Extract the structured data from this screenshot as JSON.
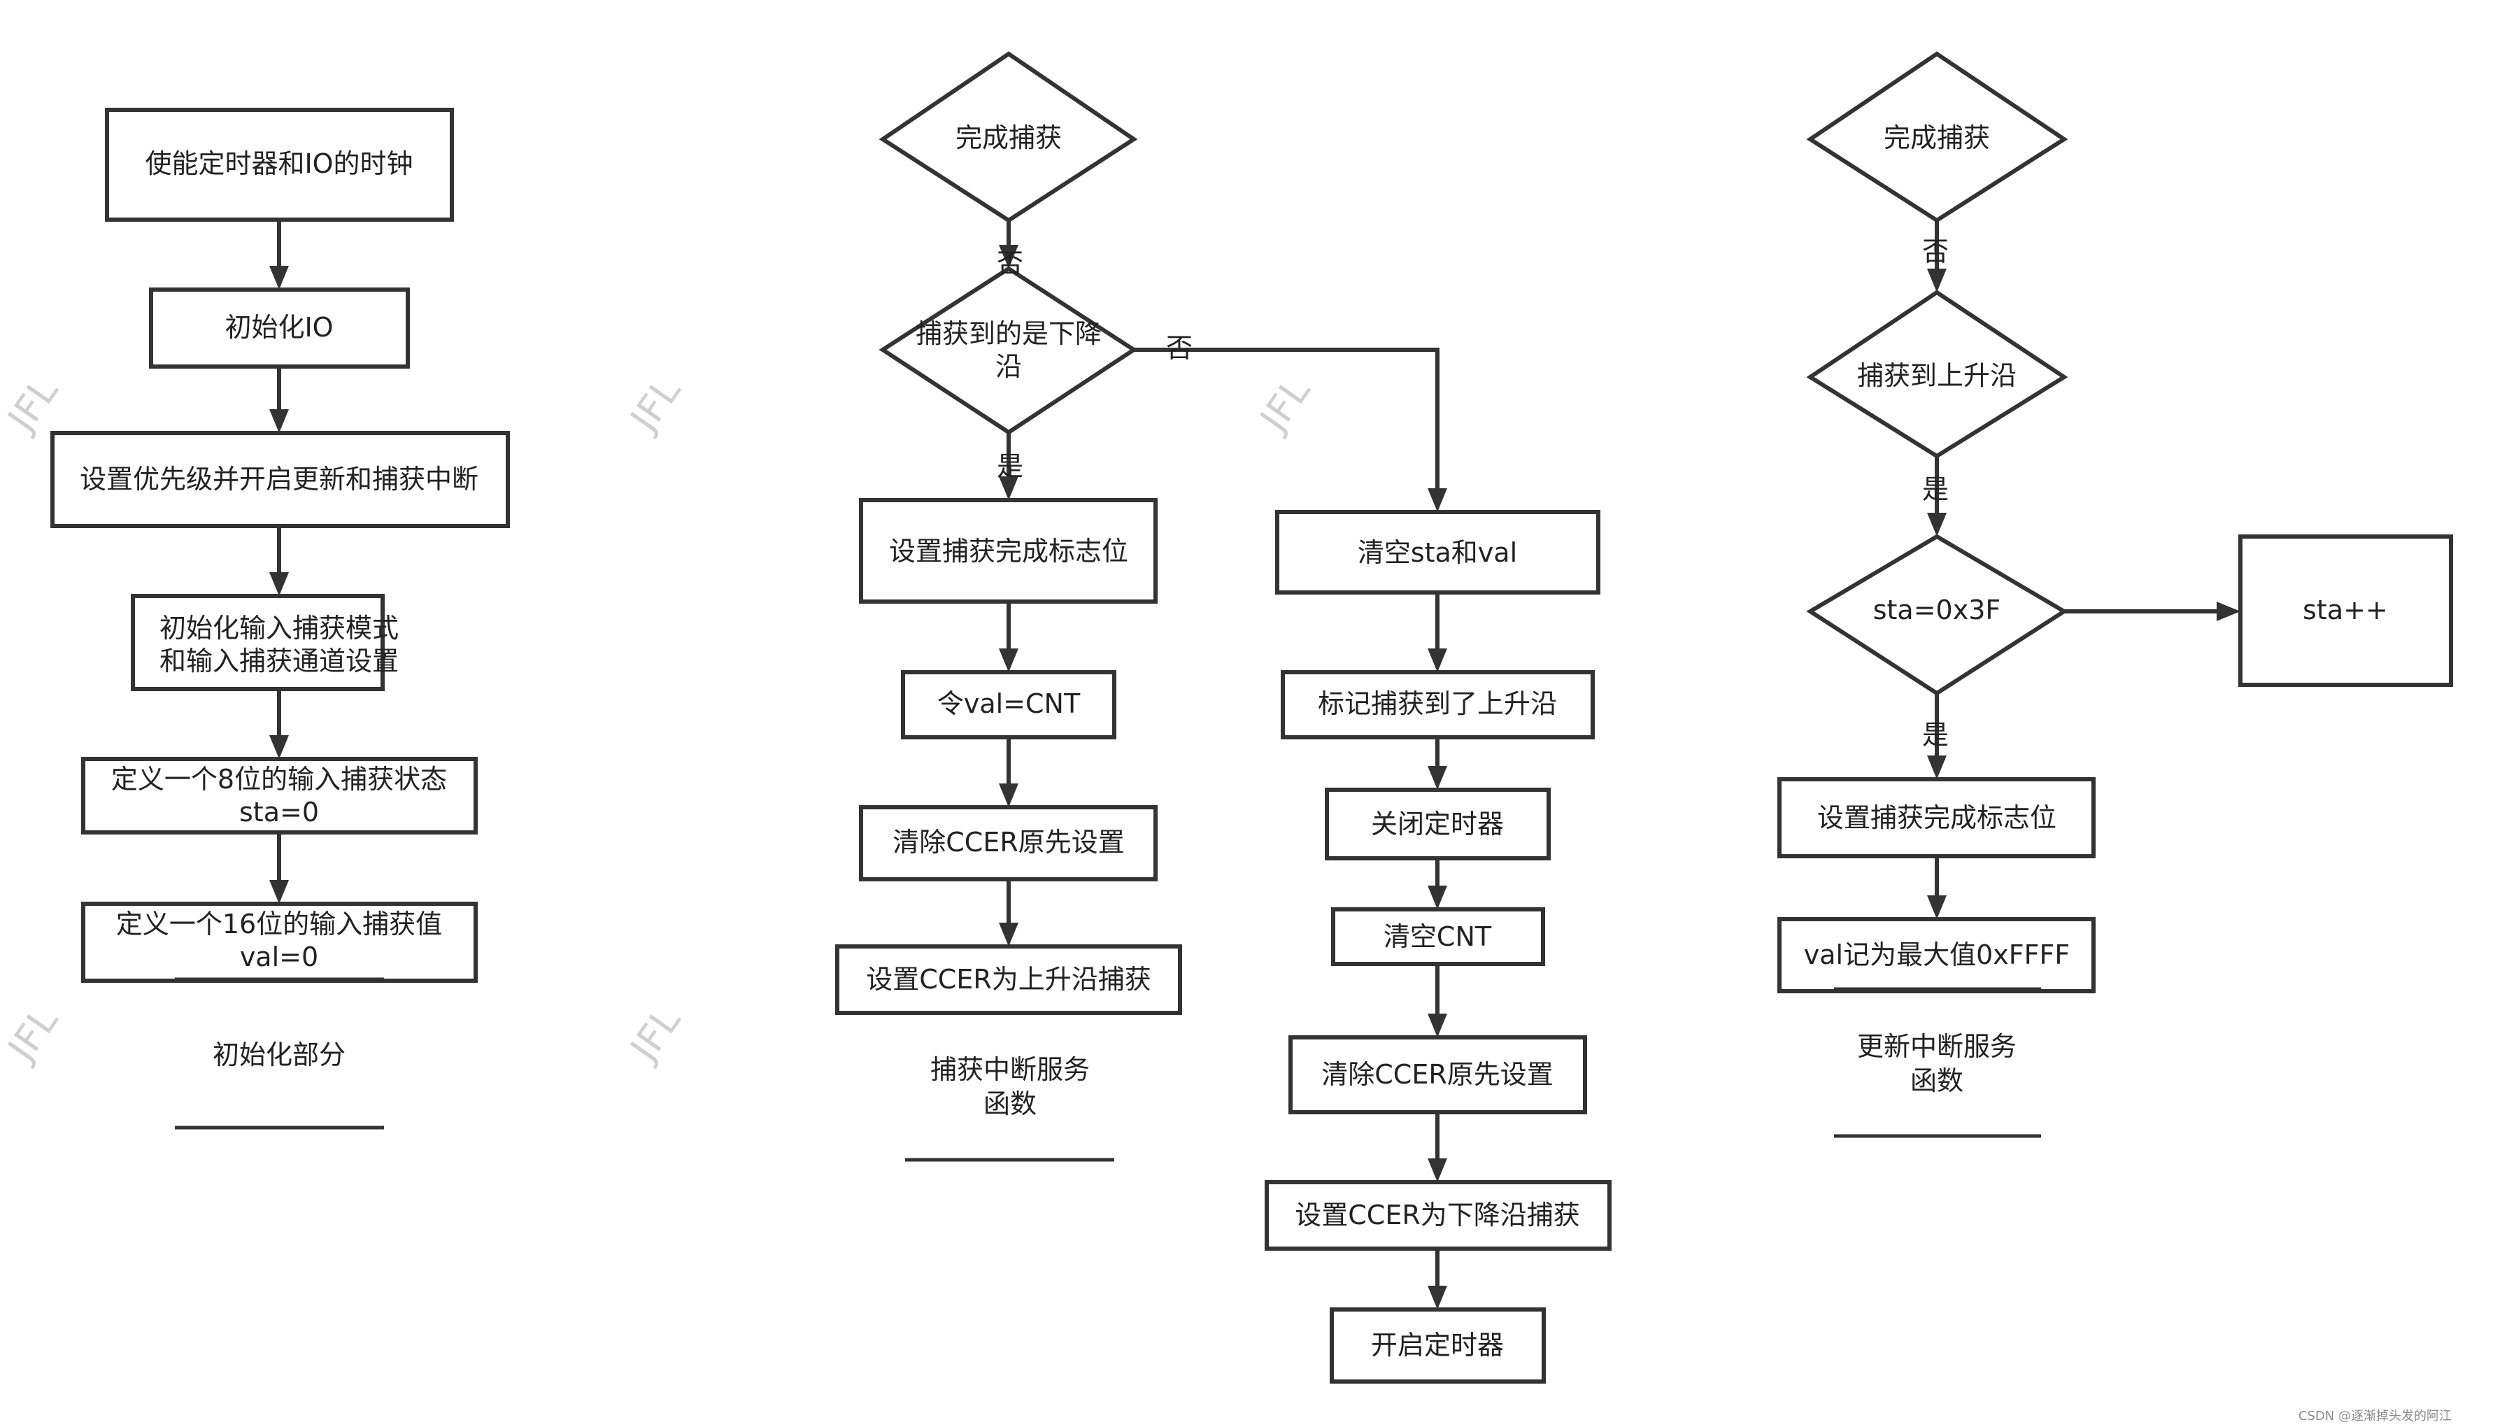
{
  "watermark": "JFL",
  "footer_credit": "CSDN @逐渐掉头发的阿江",
  "columns": {
    "init": {
      "nodes": [
        {
          "key": "n1",
          "lines": [
            "使能定时器和IO的时钟"
          ]
        },
        {
          "key": "n2",
          "lines": [
            "初始化IO"
          ]
        },
        {
          "key": "n3",
          "lines": [
            "设置优先级并开启更新和捕获中断"
          ]
        },
        {
          "key": "n4",
          "lines": [
            "初始化输入捕获模式",
            "和输入捕获通道设置"
          ]
        },
        {
          "key": "n5",
          "lines": [
            "定义一个8位的输入捕获状态",
            "sta=0"
          ]
        },
        {
          "key": "n6",
          "lines": [
            "定义一个16位的输入捕获值",
            "val=0"
          ]
        }
      ],
      "caption": [
        "初始化部分"
      ]
    },
    "capture": {
      "nodes": [
        {
          "key": "d1",
          "lines": [
            "完成捕获"
          ]
        },
        {
          "key": "d2",
          "lines": [
            "捕获到的是下降",
            "沿"
          ]
        },
        {
          "key": "a1",
          "lines": [
            "设置捕获完成标志位"
          ]
        },
        {
          "key": "a2",
          "lines": [
            "令val=CNT"
          ]
        },
        {
          "key": "a3",
          "lines": [
            "清除CCER原先设置"
          ]
        },
        {
          "key": "a4",
          "lines": [
            "设置CCER为上升沿捕获"
          ]
        },
        {
          "key": "b1",
          "lines": [
            "清空sta和val"
          ]
        },
        {
          "key": "b2",
          "lines": [
            "标记捕获到了上升沿"
          ]
        },
        {
          "key": "b3",
          "lines": [
            "关闭定时器"
          ]
        },
        {
          "key": "b4",
          "lines": [
            "清空CNT"
          ]
        },
        {
          "key": "b5",
          "lines": [
            "清除CCER原先设置"
          ]
        },
        {
          "key": "b6",
          "lines": [
            "设置CCER为下降沿捕获"
          ]
        },
        {
          "key": "b7",
          "lines": [
            "开启定时器"
          ]
        }
      ],
      "edge_labels": {
        "d1_d2": "否",
        "d2_a1": "是",
        "d2_b1": "否"
      },
      "caption": [
        "捕获中断服务",
        "函数"
      ]
    },
    "update": {
      "nodes": [
        {
          "key": "u1",
          "lines": [
            "完成捕获"
          ]
        },
        {
          "key": "u2",
          "lines": [
            "捕获到上升沿"
          ]
        },
        {
          "key": "u3",
          "lines": [
            "sta=0x3F"
          ]
        },
        {
          "key": "u4",
          "lines": [
            "sta++"
          ]
        },
        {
          "key": "u5",
          "lines": [
            "设置捕获完成标志位"
          ]
        },
        {
          "key": "u6",
          "lines": [
            "val记为最大值0xFFFF"
          ]
        }
      ],
      "edge_labels": {
        "u1_u2": "否",
        "u2_u3": "是",
        "u3_u5": "是"
      },
      "caption": [
        "更新中断服务",
        "函数"
      ]
    }
  }
}
